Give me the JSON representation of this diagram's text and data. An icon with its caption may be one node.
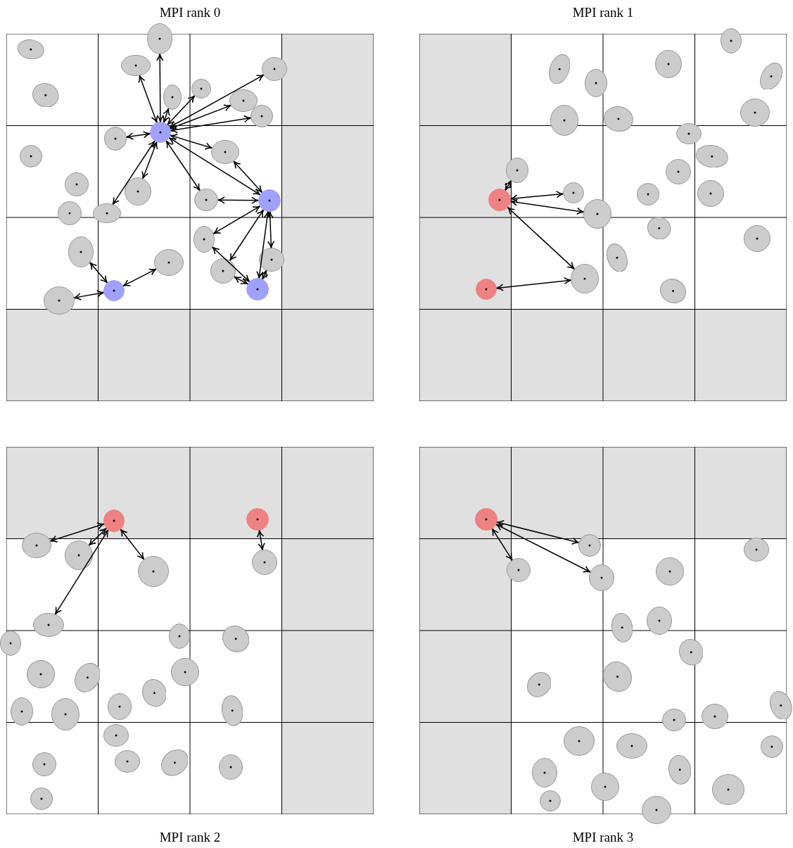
{
  "diagram": {
    "nodes": [
      {
        "text": [
          "MPI rank 0"
        ]
      },
      {
        "text": [
          "MPI rank 1"
        ]
      },
      {
        "text": [
          "MPI rank 2"
        ]
      },
      {
        "text": [
          "MPI rank 3"
        ]
      },
      {
        "text": [],
        "shape": "circle",
        "in": 0
      },
      {
        "text": [],
        "shape": "circle",
        "in": 0
      },
      {
        "text": [],
        "shape": "circle",
        "in": 0
      },
      {
        "text": [],
        "shape": "circle",
        "in": 0
      },
      {
        "text": [],
        "shape": "circle",
        "in": 0
      },
      {
        "text": [],
        "shape": "circle",
        "in": 0
      },
      {
        "text": [],
        "shape": "circle",
        "in": 0
      },
      {
        "text": [],
        "shape": "circle",
        "in": 0
      },
      {
        "text": [],
        "shape": "circle",
        "in": 0
      },
      {
        "text": [],
        "shape": "circle",
        "in": 0
      },
      {
        "text": [],
        "shape": "circle",
        "in": 0
      },
      {
        "text": [],
        "shape": "circle",
        "in": 0
      },
      {
        "text": [],
        "shape": "circle",
        "in": 0
      },
      {
        "text": [],
        "shape": "circle",
        "in": 0
      },
      {
        "text": [],
        "shape": "circle",
        "in": 0
      },
      {
        "text": [],
        "shape": "circle",
        "in": 0
      },
      {
        "text": [],
        "shape": "circle",
        "in": 0
      },
      {
        "text": [],
        "shape": "circle",
        "in": 0
      },
      {
        "text": [],
        "shape": "circle",
        "in": 0
      },
      {
        "text": [],
        "shape": "circle",
        "in": 0
      },
      {
        "text": [],
        "shape": "circle",
        "in": 0
      },
      {
        "text": [],
        "shape": "circle",
        "in": 0
      },
      {
        "text": [],
        "shape": "circle",
        "in": 1
      },
      {
        "text": [],
        "shape": "circle",
        "in": 1
      },
      {
        "text": [],
        "shape": "circle",
        "in": 1
      },
      {
        "text": [],
        "shape": "circle",
        "in": 1
      },
      {
        "text": [],
        "shape": "circle",
        "in": 1
      },
      {
        "text": [],
        "shape": "circle",
        "in": 1
      },
      {
        "text": [],
        "shape": "circle",
        "in": 2
      },
      {
        "text": [],
        "shape": "circle",
        "in": 2
      },
      {
        "text": [],
        "shape": "circle",
        "in": 2
      },
      {
        "text": [],
        "shape": "circle",
        "in": 2
      },
      {
        "text": [],
        "shape": "circle",
        "in": 2
      },
      {
        "text": [],
        "shape": "circle",
        "in": 2
      },
      {
        "text": [],
        "shape": "circle",
        "in": 2
      },
      {
        "text": [],
        "shape": "circle",
        "in": 3
      },
      {
        "text": [],
        "shape": "circle",
        "in": 3
      },
      {
        "text": [],
        "shape": "circle",
        "in": 3
      },
      {
        "text": [],
        "shape": "circle",
        "in": 3
      },
      {
        "text": [],
        "shape": "circle",
        "in": 0
      },
      {
        "text": [],
        "shape": "circle",
        "in": 0
      },
      {
        "text": [],
        "shape": "circle",
        "in": 0
      },
      {
        "text": [],
        "shape": "circle",
        "in": 0
      },
      {
        "text": [],
        "shape": "circle",
        "in": 0
      },
      {
        "text": [],
        "shape": "circle",
        "in": 1
      },
      {
        "text": [],
        "shape": "circle",
        "in": 1
      },
      {
        "text": [],
        "shape": "circle",
        "in": 1
      },
      {
        "text": [],
        "shape": "circle",
        "in": 1
      },
      {
        "text": [],
        "shape": "circle",
        "in": 1
      },
      {
        "text": [],
        "shape": "circle",
        "in": 1
      },
      {
        "text": [],
        "shape": "circle",
        "in": 1
      },
      {
        "text": [],
        "shape": "circle",
        "in": 1
      },
      {
        "text": [],
        "shape": "circle",
        "in": 1
      },
      {
        "text": [],
        "shape": "circle",
        "in": 1
      },
      {
        "text": [],
        "shape": "circle",
        "in": 1
      },
      {
        "text": [],
        "shape": "circle",
        "in": 1
      },
      {
        "text": [],
        "shape": "circle",
        "in": 1
      },
      {
        "text": [],
        "shape": "circle",
        "in": 1
      },
      {
        "text": [],
        "shape": "circle",
        "in": 1
      },
      {
        "text": [],
        "shape": "circle",
        "in": 1
      },
      {
        "text": [],
        "shape": "circle",
        "in": 1
      },
      {
        "text": [],
        "shape": "circle",
        "in": 2
      },
      {
        "text": [],
        "shape": "circle",
        "in": 2
      },
      {
        "text": [],
        "shape": "circle",
        "in": 2
      },
      {
        "text": [],
        "shape": "circle",
        "in": 2
      },
      {
        "text": [],
        "shape": "circle",
        "in": 2
      },
      {
        "text": [],
        "shape": "circle",
        "in": 2
      },
      {
        "text": [],
        "shape": "circle",
        "in": 2
      },
      {
        "text": [],
        "shape": "circle",
        "in": 2
      },
      {
        "text": [],
        "shape": "circle",
        "in": 2
      },
      {
        "text": [],
        "shape": "circle",
        "in": 2
      },
      {
        "text": [],
        "shape": "circle",
        "in": 2
      },
      {
        "text": [],
        "shape": "circle",
        "in": 2
      },
      {
        "text": [],
        "shape": "circle",
        "in": 2
      },
      {
        "text": [],
        "shape": "circle",
        "in": 2
      },
      {
        "text": [],
        "shape": "circle",
        "in": 2
      },
      {
        "text": [],
        "shape": "circle",
        "in": 2
      },
      {
        "text": [],
        "shape": "circle",
        "in": 2
      },
      {
        "text": [],
        "shape": "circle",
        "in": 3
      },
      {
        "text": [],
        "shape": "circle",
        "in": 3
      },
      {
        "text": [],
        "shape": "circle",
        "in": 3
      },
      {
        "text": [],
        "shape": "circle",
        "in": 3
      },
      {
        "text": [],
        "shape": "circle",
        "in": 3
      },
      {
        "text": [],
        "shape": "circle",
        "in": 3
      },
      {
        "text": [],
        "shape": "circle",
        "in": 3
      },
      {
        "text": [],
        "shape": "circle",
        "in": 3
      },
      {
        "text": [],
        "shape": "circle",
        "in": 3
      },
      {
        "text": [],
        "shape": "circle",
        "in": 3
      },
      {
        "text": [],
        "shape": "circle",
        "in": 3
      },
      {
        "text": [],
        "shape": "circle",
        "in": 3
      },
      {
        "text": [],
        "shape": "circle",
        "in": 3
      },
      {
        "text": [],
        "shape": "circle",
        "in": 3
      },
      {
        "text": [],
        "shape": "circle",
        "in": 3
      },
      {
        "text": [],
        "shape": "circle",
        "in": 3
      },
      {
        "text": [],
        "shape": "circle",
        "in": 3
      },
      {
        "text": [],
        "shape": "circle",
        "in": 3
      },
      {
        "text": [],
        "shape": "circle",
        "in": 3
      }
    ],
    "edges": [
      {
        "from": 4,
        "to": 8,
        "arrow": "both"
      },
      {
        "from": 4,
        "to": 9,
        "arrow": "both"
      },
      {
        "from": 4,
        "to": 10,
        "arrow": "both"
      },
      {
        "from": 4,
        "to": 11,
        "arrow": "both"
      },
      {
        "from": 4,
        "to": 12,
        "arrow": "both"
      },
      {
        "from": 4,
        "to": 13,
        "arrow": "both"
      },
      {
        "from": 4,
        "to": 14,
        "arrow": "both"
      },
      {
        "from": 4,
        "to": 15,
        "arrow": "both"
      },
      {
        "from": 4,
        "to": 16,
        "arrow": "both"
      },
      {
        "from": 4,
        "to": 17,
        "arrow": "both"
      },
      {
        "from": 4,
        "to": 18,
        "arrow": "both"
      },
      {
        "from": 4,
        "to": 19,
        "arrow": "both"
      },
      {
        "from": 4,
        "to": 5,
        "arrow": "both"
      },
      {
        "from": 5,
        "to": 16,
        "arrow": "both"
      },
      {
        "from": 5,
        "to": 19,
        "arrow": "both"
      },
      {
        "from": 5,
        "to": 20,
        "arrow": "both"
      },
      {
        "from": 5,
        "to": 21,
        "arrow": "both"
      },
      {
        "from": 5,
        "to": 22,
        "arrow": "both"
      },
      {
        "from": 5,
        "to": 7,
        "arrow": "both"
      },
      {
        "from": 7,
        "to": 20,
        "arrow": "both"
      },
      {
        "from": 7,
        "to": 21,
        "arrow": "both"
      },
      {
        "from": 7,
        "to": 22,
        "arrow": "both"
      },
      {
        "from": 6,
        "to": 23,
        "arrow": "both"
      },
      {
        "from": 6,
        "to": 24,
        "arrow": "both"
      },
      {
        "from": 6,
        "to": 25,
        "arrow": "both"
      },
      {
        "from": 26,
        "to": 28,
        "arrow": "both"
      },
      {
        "from": 26,
        "to": 29,
        "arrow": "both"
      },
      {
        "from": 26,
        "to": 30,
        "arrow": "both"
      },
      {
        "from": 26,
        "to": 31,
        "arrow": "both"
      },
      {
        "from": 27,
        "to": 31,
        "arrow": "both"
      },
      {
        "from": 32,
        "to": 34,
        "arrow": "both"
      },
      {
        "from": 32,
        "to": 35,
        "arrow": "both"
      },
      {
        "from": 32,
        "to": 36,
        "arrow": "both"
      },
      {
        "from": 32,
        "to": 37,
        "arrow": "both"
      },
      {
        "from": 33,
        "to": 38,
        "arrow": "both"
      },
      {
        "from": 39,
        "to": 40,
        "arrow": "both"
      },
      {
        "from": 39,
        "to": 41,
        "arrow": "both"
      },
      {
        "from": 39,
        "to": 42,
        "arrow": "both"
      }
    ]
  }
}
